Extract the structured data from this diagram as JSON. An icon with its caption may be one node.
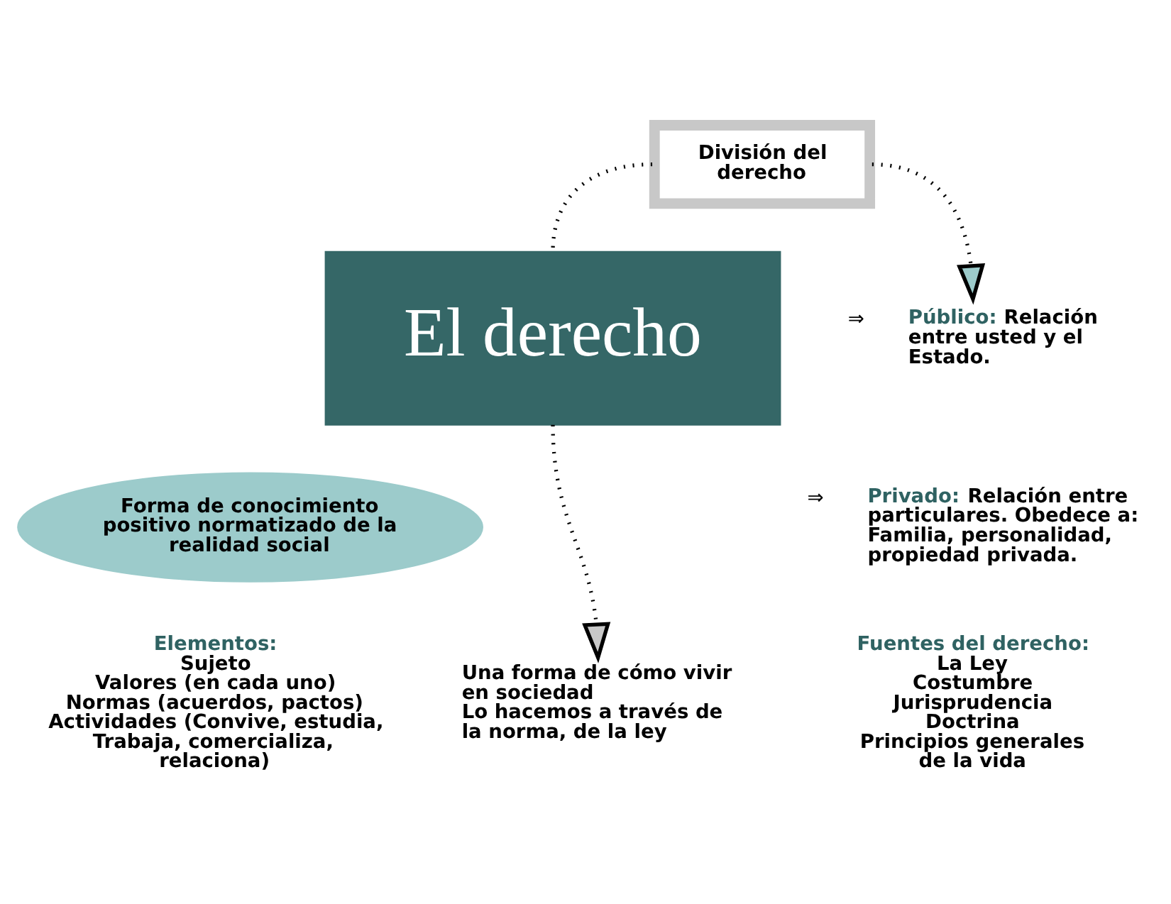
{
  "diagram": {
    "nodes": [
      {
        "text": [
          "División del derecho"
        ]
      },
      {
        "text": [
          "El derecho"
        ]
      },
      {
        "text": [
          "Forma de conocimiento positivo normatizado de la realidad social"
        ]
      },
      {
        "text": [
          "Público:",
          "Relación entre usted y el Estado."
        ],
        "beside": [
          "⇒"
        ]
      },
      {
        "text": [
          "Privado:",
          "Relación entre particulares. Obedece a: Familia, personalidad, propiedad privada."
        ],
        "beside": [
          "⇒"
        ]
      },
      {
        "text": [
          "Una forma de cómo vivir en sociedad",
          "Lo hacemos a través de la norma, de la ley"
        ]
      }
    ],
    "edges": [
      {
        "from": 0,
        "to": 1,
        "arrow": "none"
      },
      {
        "from": 0,
        "to": 3,
        "arrow": "to"
      },
      {
        "from": 1,
        "to": 5,
        "arrow": "to"
      }
    ],
    "labels": [
      "Elementos:",
      "Sujeto",
      "Valores (en cada uno)",
      "Normas (acuerdos, pactos)",
      "Actividades (Convive, estudia, Trabaja, comercializa, relaciona)",
      "Fuentes del derecho:",
      "La Ley",
      "Costumbre",
      "Jurisprudencia",
      "Doctrina",
      "Principios generales de la vida"
    ]
  }
}
